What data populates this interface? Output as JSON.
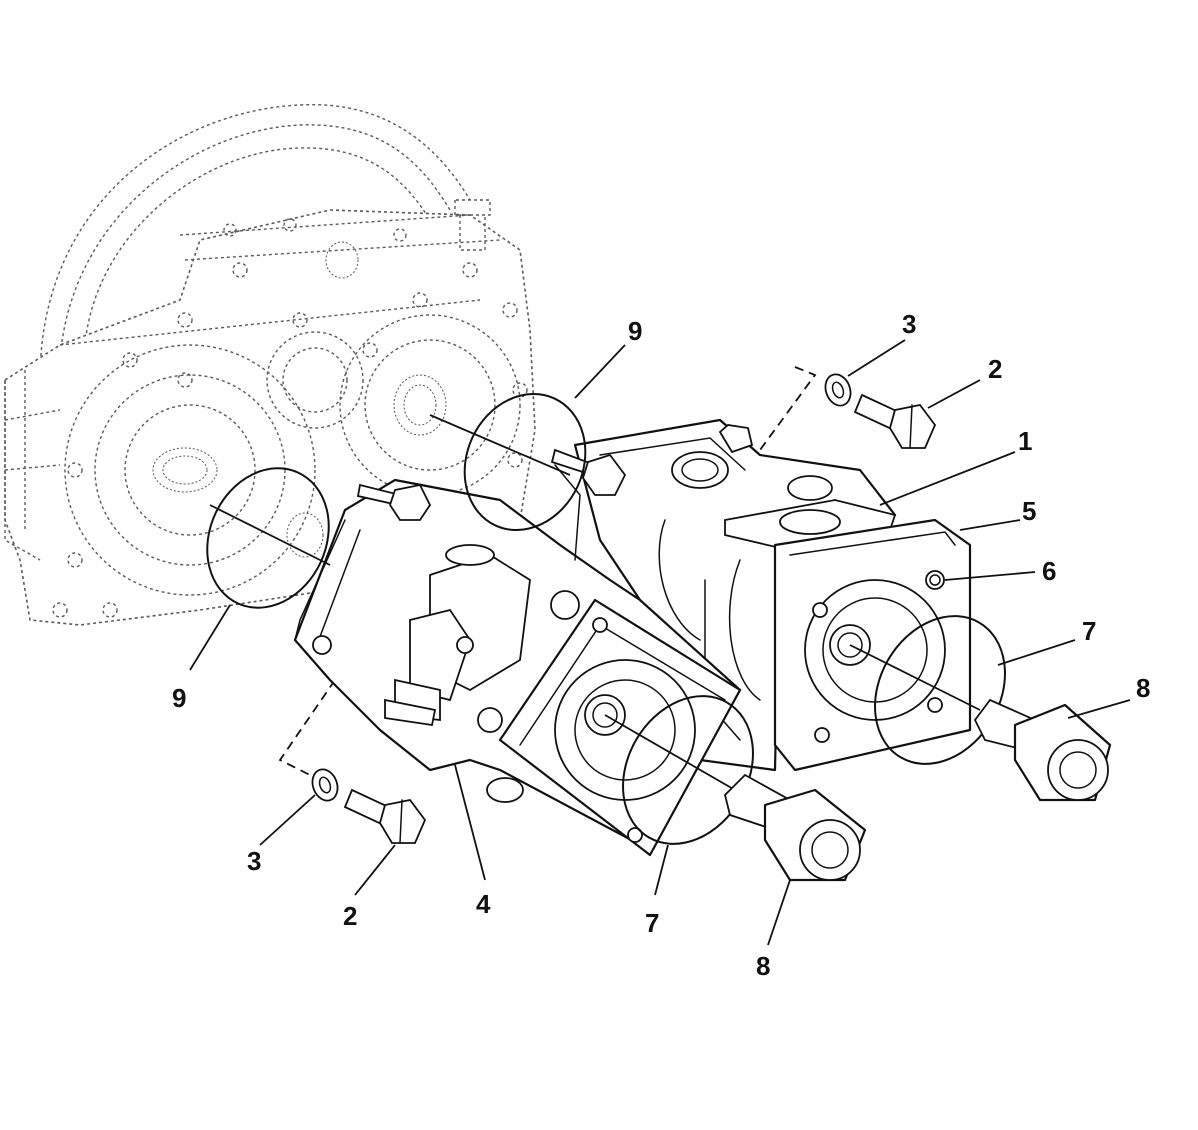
{
  "callouts": [
    {
      "id": "c1",
      "label": "1"
    },
    {
      "id": "c2a",
      "label": "2"
    },
    {
      "id": "c2b",
      "label": "2"
    },
    {
      "id": "c3a",
      "label": "3"
    },
    {
      "id": "c3b",
      "label": "3"
    },
    {
      "id": "c4",
      "label": "4"
    },
    {
      "id": "c5",
      "label": "5"
    },
    {
      "id": "c6",
      "label": "6"
    },
    {
      "id": "c7a",
      "label": "7"
    },
    {
      "id": "c7b",
      "label": "7"
    },
    {
      "id": "c8a",
      "label": "8"
    },
    {
      "id": "c8b",
      "label": "8"
    },
    {
      "id": "c9a",
      "label": "9"
    },
    {
      "id": "c9b",
      "label": "9"
    }
  ],
  "colors": {
    "line": "#111111",
    "ghost": "#5a5a5a",
    "background": "#ffffff"
  }
}
